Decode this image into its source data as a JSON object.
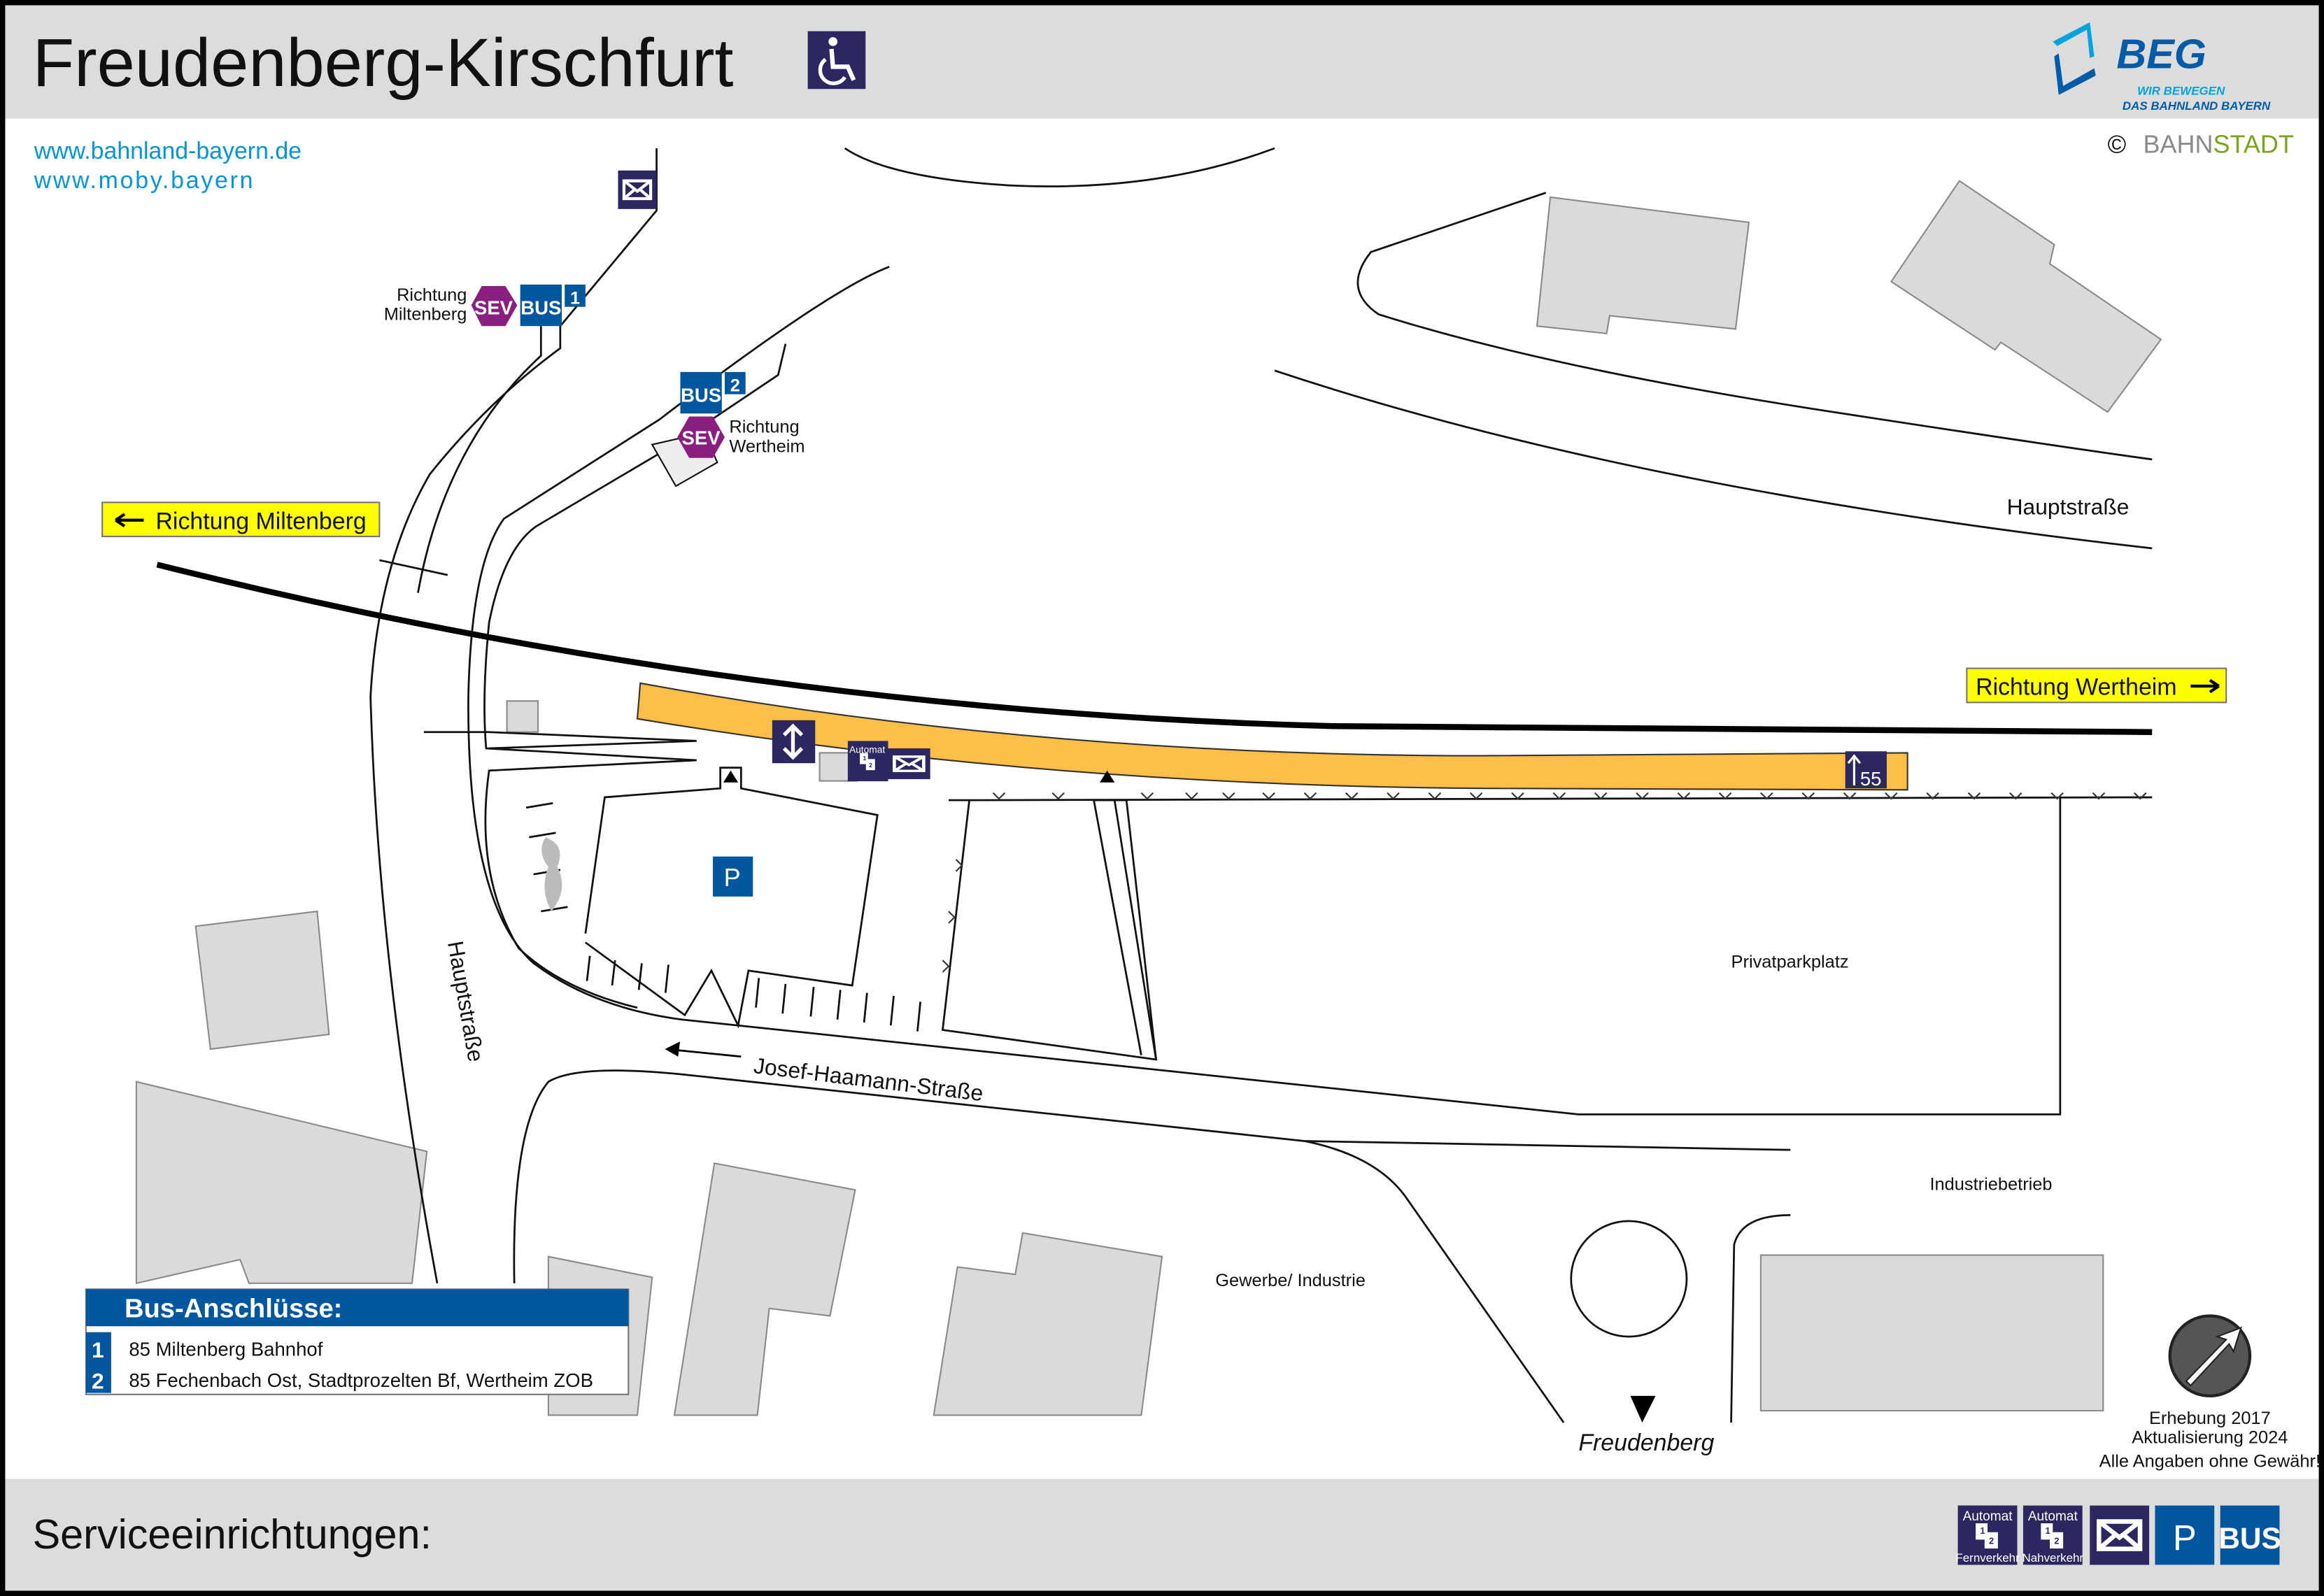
{
  "header": {
    "title": "Freudenberg-Kirschfurt",
    "accessibility_icon": "wheelchair-icon",
    "logo": {
      "name": "BEG",
      "tagline_1": "WIR BEWEGEN",
      "tagline_2": "DAS BAHNLAND BAYERN"
    },
    "copyright": {
      "symbol": "©",
      "part1": "BAHN",
      "part2": "STADT"
    }
  },
  "links": [
    "www.bahnland-bayern.de",
    "www.moby.bayern"
  ],
  "directions": {
    "miltenberg": "Richtung Miltenberg",
    "wertheim": "Richtung Wertheim",
    "freudenberg": "Freudenberg"
  },
  "bus_stops": [
    {
      "num": "1",
      "label_1": "Richtung",
      "label_2": "Miltenberg",
      "sev": "SEV",
      "bus": "BUS"
    },
    {
      "num": "2",
      "label_1": "Richtung",
      "label_2": "Wertheim",
      "sev": "SEV",
      "bus": "BUS"
    }
  ],
  "streets": {
    "hauptstrasse_top": "Hauptstraße",
    "hauptstrasse_left": "Hauptstraße",
    "josef": "Josef-Haamann-Straße"
  },
  "areas": {
    "privatparkplatz": "Privatparkplatz",
    "industriebetrieb": "Industriebetrieb",
    "gewerbe": "Gewerbe/ Industrie",
    "parking": "P"
  },
  "platform": {
    "track_sign": "55",
    "automat_label": "Automat"
  },
  "bus_connections": {
    "title": "Bus-Anschlüsse:",
    "rows": [
      {
        "num": "1",
        "text": "85 Miltenberg Bahnhof"
      },
      {
        "num": "2",
        "text": "85 Fechenbach Ost, Stadtprozelten Bf, Wertheim ZOB"
      }
    ]
  },
  "survey": {
    "line1": "Erhebung 2017",
    "line2": "Aktualisierung 2024",
    "line3": "Alle Angaben ohne Gewähr!"
  },
  "footer": {
    "title": "Serviceeinrichtungen:",
    "icons": [
      {
        "name": "ticket-machine-long-distance-icon",
        "top": "Automat",
        "bottom": "Fernverkehr"
      },
      {
        "name": "ticket-machine-regional-icon",
        "top": "Automat",
        "bottom": "Nahverkehr"
      },
      {
        "name": "mailbox-icon"
      },
      {
        "name": "parking-icon",
        "label": "P"
      },
      {
        "name": "bus-icon",
        "label": "BUS"
      }
    ]
  },
  "colors": {
    "navy": "#2b2760",
    "blue": "#00579f",
    "yellow": "#ffff00",
    "platform": "#fdbf47",
    "sev": "#8b1f80",
    "header": "#dcdcdb"
  }
}
